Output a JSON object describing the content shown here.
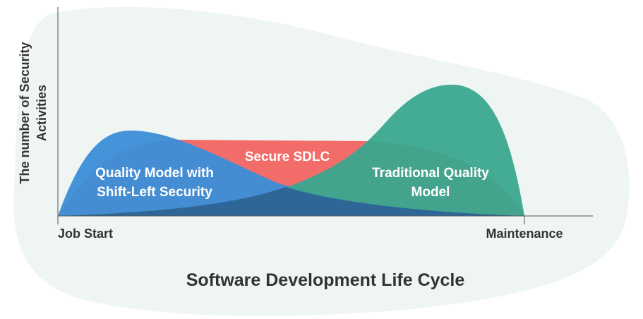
{
  "diagram": {
    "x_axis": {
      "title": "Software Development Life Cycle",
      "start_label": "Job Start",
      "end_label": "Maintenance"
    },
    "y_axis": {
      "title_line1": "The number of Security",
      "title_line2": "Activities"
    },
    "areas": [
      {
        "name": "Quality Model with Shift-Left Security",
        "label_line1": "Quality Model with",
        "label_line2": "Shift-Left Security",
        "color": "#3d8fd6"
      },
      {
        "name": "Secure SDLC",
        "label_line1": "Secure SDLC",
        "color": "#f26d6a"
      },
      {
        "name": "Traditional Quality Model",
        "label_line1": "Traditional Quality",
        "label_line2": "Model",
        "color": "#3aa68e"
      }
    ],
    "colors": {
      "background_blob": "#eef5f3",
      "overlap_dark": "#2f5f99",
      "axis": "#555555"
    }
  }
}
